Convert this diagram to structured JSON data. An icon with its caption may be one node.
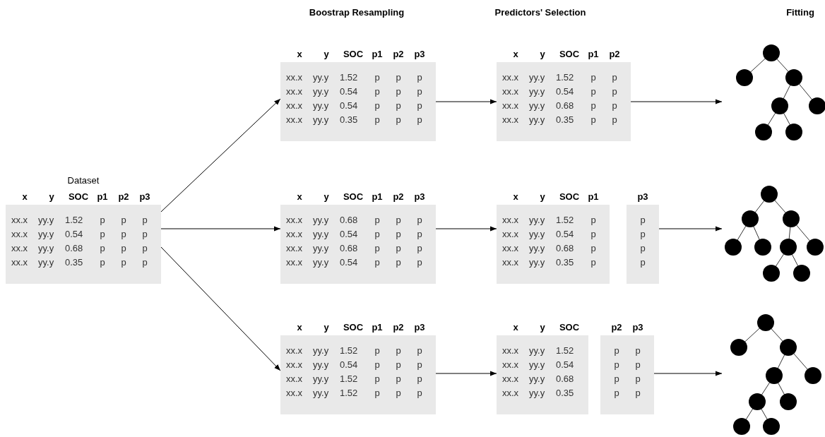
{
  "diagram": {
    "nodes": [
      {
        "text": [
          "Dataset",
          "x",
          "y",
          "SOC",
          "p1",
          "p2",
          "p3",
          "xx.x",
          "yy.y",
          "1.52",
          "p",
          "p",
          "p",
          "xx.x",
          "yy.y",
          "0.54",
          "p",
          "p",
          "p",
          "xx.x",
          "yy.y",
          "0.68",
          "p",
          "p",
          "p",
          "xx.x",
          "yy.y",
          "0.35",
          "p",
          "p",
          "p"
        ]
      },
      {
        "text": [
          "x",
          "y",
          "SOC",
          "p1",
          "p2",
          "p3",
          "xx.x",
          "yy.y",
          "1.52",
          "p",
          "p",
          "p",
          "xx.x",
          "yy.y",
          "0.54",
          "p",
          "p",
          "p",
          "xx.x",
          "yy.y",
          "0.54",
          "p",
          "p",
          "p",
          "xx.x",
          "yy.y",
          "0.35",
          "p",
          "p",
          "p"
        ]
      },
      {
        "text": [
          "x",
          "y",
          "SOC",
          "p1",
          "p2",
          "xx.x",
          "yy.y",
          "1.52",
          "p",
          "p",
          "xx.x",
          "yy.y",
          "0.54",
          "p",
          "p",
          "xx.x",
          "yy.y",
          "0.68",
          "p",
          "p",
          "xx.x",
          "yy.y",
          "0.35",
          "p",
          "p"
        ]
      },
      {
        "text": [],
        "shape": "picture"
      },
      {
        "text": [
          "x",
          "y",
          "SOC",
          "p1",
          "p2",
          "p3",
          "xx.x",
          "yy.y",
          "0.68",
          "p",
          "p",
          "p",
          "xx.x",
          "yy.y",
          "0.54",
          "p",
          "p",
          "p",
          "xx.x",
          "yy.y",
          "0.68",
          "p",
          "p",
          "p",
          "xx.x",
          "yy.y",
          "0.54",
          "p",
          "p",
          "p"
        ]
      },
      {
        "text": [
          "x",
          "y",
          "SOC",
          "p1",
          "xx.x",
          "yy.y",
          "1.52",
          "p",
          "xx.x",
          "yy.y",
          "0.54",
          "p",
          "xx.x",
          "yy.y",
          "0.68",
          "p",
          "xx.x",
          "yy.y",
          "0.35",
          "p"
        ]
      },
      {
        "text": [
          "p3",
          "p",
          "p",
          "p",
          "p"
        ]
      },
      {
        "text": [],
        "shape": "picture"
      },
      {
        "text": [
          "x",
          "y",
          "SOC",
          "p1",
          "p2",
          "p3",
          "xx.x",
          "yy.y",
          "1.52",
          "p",
          "p",
          "p",
          "xx.x",
          "yy.y",
          "0.54",
          "p",
          "p",
          "p",
          "xx.x",
          "yy.y",
          "1.52",
          "p",
          "p",
          "p",
          "xx.x",
          "yy.y",
          "1.52",
          "p",
          "p",
          "p"
        ]
      },
      {
        "text": [
          "x",
          "y",
          "SOC",
          "xx.x",
          "yy.y",
          "1.52",
          "xx.x",
          "yy.y",
          "0.54",
          "xx.x",
          "yy.y",
          "0.68",
          "xx.x",
          "yy.y",
          "0.35"
        ]
      },
      {
        "text": [
          "p2",
          "p3",
          "p",
          "p",
          "p",
          "p",
          "p",
          "p",
          "p",
          "p"
        ]
      },
      {
        "text": [],
        "shape": "picture"
      }
    ],
    "edges": [
      {
        "from": 0,
        "to": 1,
        "arrow": "to"
      },
      {
        "from": 0,
        "to": 4,
        "arrow": "to"
      },
      {
        "from": 0,
        "to": 8,
        "arrow": "to"
      },
      {
        "from": 1,
        "to": 2,
        "arrow": "to"
      },
      {
        "from": 2,
        "to": 3,
        "arrow": "to"
      },
      {
        "from": 4,
        "to": 5,
        "arrow": "to"
      },
      {
        "from": 6,
        "to": 7,
        "arrow": "to"
      },
      {
        "from": 8,
        "to": 9,
        "arrow": "to"
      },
      {
        "from": 10,
        "to": 11,
        "arrow": "to"
      }
    ],
    "labels": [
      "Boostrap Resampling",
      "Predictors' Selection",
      "Fitting"
    ]
  }
}
